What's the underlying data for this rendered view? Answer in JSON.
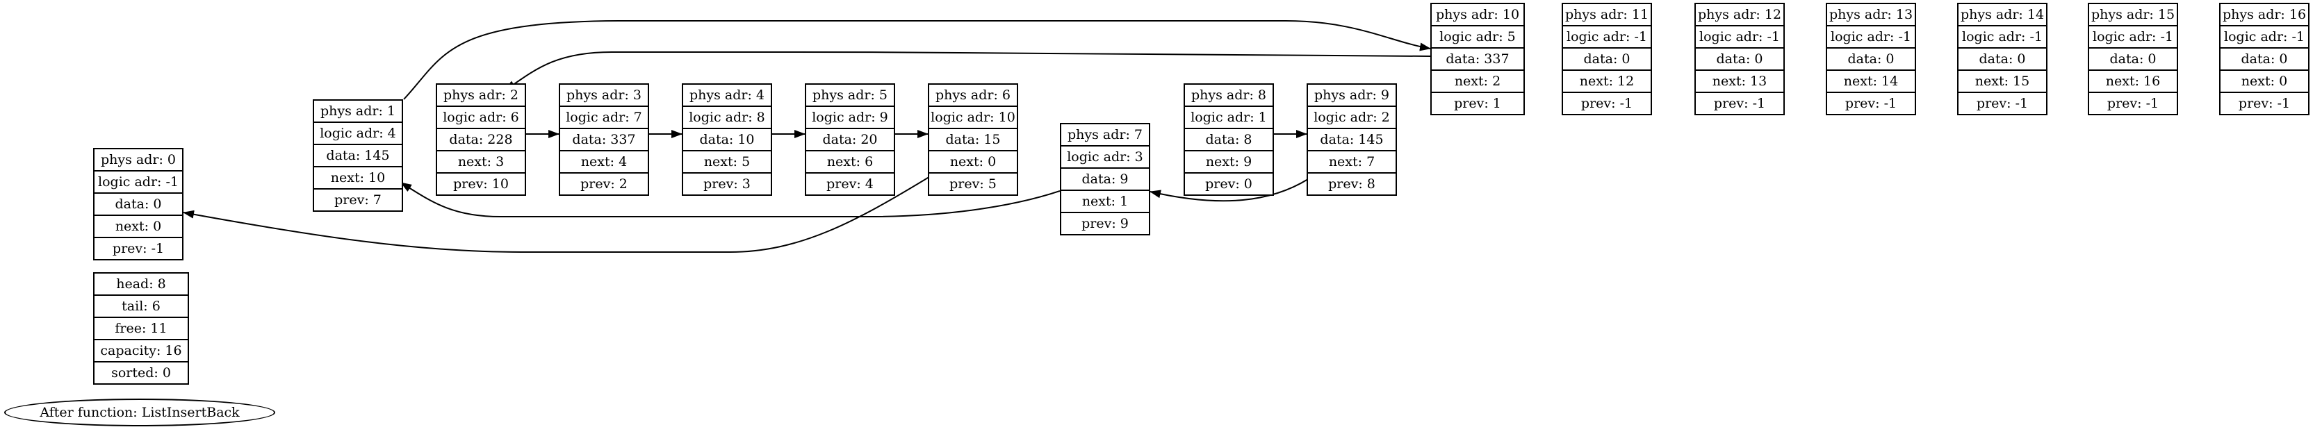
{
  "nodes": [
    {
      "cells": [
        "phys adr: 0",
        "logic adr: -1",
        "data: 0",
        "next: 0",
        "prev: -1"
      ]
    },
    {
      "cells": [
        "phys adr: 1",
        "logic adr: 4",
        "data: 145",
        "next: 10",
        "prev: 7"
      ]
    },
    {
      "cells": [
        "phys adr: 2",
        "logic adr: 6",
        "data: 228",
        "next: 3",
        "prev: 10"
      ]
    },
    {
      "cells": [
        "phys adr: 3",
        "logic adr: 7",
        "data: 337",
        "next: 4",
        "prev: 2"
      ]
    },
    {
      "cells": [
        "phys adr: 4",
        "logic adr: 8",
        "data: 10",
        "next: 5",
        "prev: 3"
      ]
    },
    {
      "cells": [
        "phys adr: 5",
        "logic adr: 9",
        "data: 20",
        "next: 6",
        "prev: 4"
      ]
    },
    {
      "cells": [
        "phys adr: 6",
        "logic adr: 10",
        "data: 15",
        "next: 0",
        "prev: 5"
      ]
    },
    {
      "cells": [
        "phys adr: 7",
        "logic adr: 3",
        "data: 9",
        "next: 1",
        "prev: 9"
      ]
    },
    {
      "cells": [
        "phys adr: 8",
        "logic adr: 1",
        "data: 8",
        "next: 9",
        "prev: 0"
      ]
    },
    {
      "cells": [
        "phys adr: 9",
        "logic adr: 2",
        "data: 145",
        "next: 7",
        "prev: 8"
      ]
    },
    {
      "cells": [
        "phys adr: 10",
        "logic adr: 5",
        "data: 337",
        "next: 2",
        "prev: 1"
      ]
    },
    {
      "cells": [
        "phys adr: 11",
        "logic adr: -1",
        "data: 0",
        "next: 12",
        "prev: -1"
      ]
    },
    {
      "cells": [
        "phys adr: 12",
        "logic adr: -1",
        "data: 0",
        "next: 13",
        "prev: -1"
      ]
    },
    {
      "cells": [
        "phys adr: 13",
        "logic adr: -1",
        "data: 0",
        "next: 14",
        "prev: -1"
      ]
    },
    {
      "cells": [
        "phys adr: 14",
        "logic adr: -1",
        "data: 0",
        "next: 15",
        "prev: -1"
      ]
    },
    {
      "cells": [
        "phys adr: 15",
        "logic adr: -1",
        "data: 0",
        "next: 16",
        "prev: -1"
      ]
    },
    {
      "cells": [
        "phys adr: 16",
        "logic adr: -1",
        "data: 0",
        "next: 0",
        "prev: -1"
      ]
    }
  ],
  "info": [
    "head: 8",
    "tail: 6",
    "free: 11",
    "capacity: 16",
    "sorted: 0"
  ],
  "caption": "After function: ListInsertBack",
  "edges": [
    {
      "from": 1,
      "to": 10
    },
    {
      "from": 10,
      "to": 2
    },
    {
      "from": 2,
      "to": 3
    },
    {
      "from": 3,
      "to": 4
    },
    {
      "from": 4,
      "to": 5
    },
    {
      "from": 5,
      "to": 6
    },
    {
      "from": 6,
      "to": 0
    },
    {
      "from": 7,
      "to": 1
    },
    {
      "from": 8,
      "to": 9
    },
    {
      "from": 9,
      "to": 7
    }
  ]
}
